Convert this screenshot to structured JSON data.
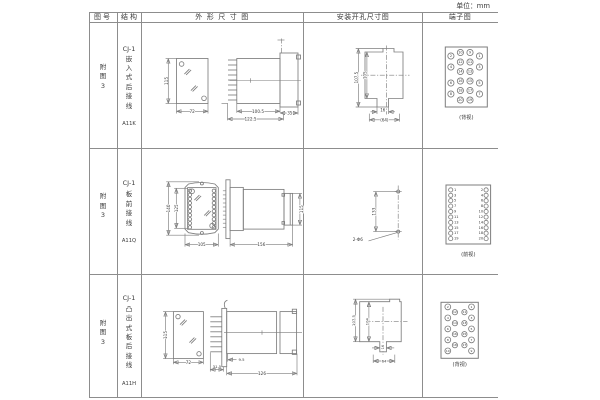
{
  "unit_label": "单位：mm",
  "header": {
    "figure_no": "图号",
    "structure": "结构",
    "outline": "外形尺寸图",
    "install": "安装开孔尺寸图",
    "terminal": "端子图"
  },
  "rows": [
    {
      "figure": "附\n图\n3",
      "model": "CJ-1",
      "mounting": "嵌\n入\n式\n后\n接\n线",
      "code": "A11K",
      "outline": {
        "labels": [
          [
            166.3,
            81,
            "115",
            4.2,
            -90
          ],
          [
            192.2,
            111.3,
            "72",
            4.2,
            0,
            "w"
          ],
          [
            258,
            111.3,
            "100.5",
            4.2,
            0,
            "w"
          ],
          [
            289.8,
            113,
            "35",
            4,
            0,
            "w"
          ],
          [
            250.5,
            119,
            "122.5",
            4.2,
            0,
            "w"
          ]
        ]
      },
      "install": {
        "labels": [
          [
            356.3,
            77.6,
            "107.5",
            4,
            -90,
            "w"
          ],
          [
            364.9,
            75.2,
            "105",
            4,
            -90,
            "w"
          ],
          [
            382.8,
            110,
            "16",
            4
          ],
          [
            384.4,
            119.8,
            "(64)",
            4,
            0,
            "w"
          ]
        ]
      },
      "terminal": {
        "view_label": "(背视)",
        "circles": [
          [
            450.9,
            56,
            3.1
          ],
          [
            450.9,
            67,
            3.1
          ],
          [
            450.9,
            83,
            3.1
          ],
          [
            450.9,
            94,
            3.1
          ],
          [
            460.4,
            52.5,
            3.1
          ],
          [
            460.4,
            62,
            3.1
          ],
          [
            460.4,
            71.5,
            3.1
          ],
          [
            460.4,
            81,
            3.1
          ],
          [
            460.4,
            90.5,
            3.1
          ],
          [
            460.4,
            100,
            3.1
          ],
          [
            470,
            52.5,
            3.1
          ],
          [
            470,
            62,
            3.1
          ],
          [
            470,
            71.5,
            3.1
          ],
          [
            470,
            81,
            3.1
          ],
          [
            470,
            90.5,
            3.1
          ],
          [
            470,
            100,
            3.1
          ],
          [
            479.5,
            56,
            3.1
          ],
          [
            479.5,
            67,
            3.1
          ],
          [
            479.5,
            83,
            3.1
          ],
          [
            479.5,
            94,
            3.1
          ]
        ],
        "labels": [
          [
            450.9,
            56,
            "2",
            3.4
          ],
          [
            450.9,
            67,
            "4",
            3.4
          ],
          [
            450.9,
            83,
            "6",
            3.4
          ],
          [
            450.9,
            94,
            "8",
            3.4
          ],
          [
            460.4,
            52.5,
            "10",
            3.4
          ],
          [
            460.4,
            62,
            "12",
            3.4
          ],
          [
            460.4,
            71.5,
            "14",
            3.4
          ],
          [
            460.4,
            81,
            "16",
            3.4
          ],
          [
            460.4,
            90.5,
            "18",
            3.4
          ],
          [
            460.4,
            100,
            "20",
            3.4
          ],
          [
            470,
            52.5,
            "9",
            3.4
          ],
          [
            470,
            62,
            "11",
            3.4
          ],
          [
            470,
            71.5,
            "13",
            3.4
          ],
          [
            470,
            81,
            "15",
            3.4
          ],
          [
            470,
            90.5,
            "17",
            3.4
          ],
          [
            470,
            100,
            "19",
            3.4
          ],
          [
            479.5,
            56,
            "1",
            3.4
          ],
          [
            479.5,
            67,
            "3",
            3.4
          ],
          [
            479.5,
            83,
            "5",
            3.4
          ],
          [
            479.5,
            94,
            "7",
            3.4
          ],
          [
            466.3,
            117.8,
            "(背视)",
            5.2
          ]
        ]
      }
    },
    {
      "figure": "附\n图\n3",
      "model": "CJ-1",
      "mounting": "板\n前\n接\n线",
      "code": "A11Q",
      "outline": {
        "labels": [
          [
            168.5,
            208.5,
            "140",
            4.2,
            -90,
            "w"
          ],
          [
            176.3,
            208.3,
            "125",
            4.2,
            -90,
            "w"
          ],
          [
            201.7,
            244.6,
            "105",
            4.2,
            0,
            "w"
          ],
          [
            261.4,
            244.6,
            "156",
            4.2,
            0,
            "w"
          ],
          [
            301.5,
            209.2,
            "115",
            4.2,
            -90,
            "w"
          ]
        ],
        "stud_circles": [
          [
            189.9,
            190.8,
            1.7
          ],
          [
            189.9,
            194.9,
            1.7
          ],
          [
            189.9,
            198.9,
            1.7
          ],
          [
            189.9,
            203,
            1.7
          ],
          [
            189.9,
            207,
            1.7
          ],
          [
            189.9,
            211.1,
            1.7
          ],
          [
            189.9,
            215.1,
            1.7
          ],
          [
            189.9,
            219.2,
            1.7
          ],
          [
            189.9,
            223.2,
            1.7
          ],
          [
            189.9,
            227.3,
            1.7
          ],
          [
            213.9,
            190.8,
            1.7
          ],
          [
            213.9,
            194.9,
            1.7
          ],
          [
            213.9,
            198.9,
            1.7
          ],
          [
            213.9,
            203,
            1.7
          ],
          [
            213.9,
            207,
            1.7
          ],
          [
            213.9,
            211.1,
            1.7
          ],
          [
            213.9,
            215.1,
            1.7
          ],
          [
            213.9,
            219.2,
            1.7
          ],
          [
            213.9,
            223.2,
            1.7
          ],
          [
            213.9,
            227.3,
            1.7
          ]
        ]
      },
      "install": {
        "labels": [
          [
            373.9,
            211.6,
            "133",
            4.2,
            -90,
            "w"
          ],
          [
            357.8,
            239.6,
            "2-Φ6",
            4.2
          ]
        ]
      },
      "terminal": {
        "view_label": "(前视)",
        "circles": [
          [
            450.7,
            189.9,
            2.1
          ],
          [
            450.7,
            195.3,
            2.1
          ],
          [
            450.7,
            200.7,
            2.1
          ],
          [
            450.7,
            206.1,
            2.1
          ],
          [
            450.7,
            211.5,
            2.1
          ],
          [
            450.7,
            217,
            2.1
          ],
          [
            450.7,
            222.4,
            2.1
          ],
          [
            450.7,
            227.8,
            2.1
          ],
          [
            450.7,
            233.2,
            2.1
          ],
          [
            450.7,
            238.6,
            2.1
          ],
          [
            486.1,
            189.9,
            2.1
          ],
          [
            486.1,
            195.3,
            2.1
          ],
          [
            486.1,
            200.7,
            2.1
          ],
          [
            486.1,
            206.1,
            2.1
          ],
          [
            486.1,
            211.5,
            2.1
          ],
          [
            486.1,
            217,
            2.1
          ],
          [
            486.1,
            222.4,
            2.1
          ],
          [
            486.1,
            227.8,
            2.1
          ],
          [
            486.1,
            233.2,
            2.1
          ],
          [
            486.1,
            238.6,
            2.1
          ]
        ],
        "labels": [
          [
            454,
            189.9,
            "1",
            3.6,
            0,
            "s"
          ],
          [
            454,
            195.3,
            "3",
            3.6,
            0,
            "s"
          ],
          [
            454,
            200.7,
            "5",
            3.6,
            0,
            "s"
          ],
          [
            454,
            206.1,
            "7",
            3.6,
            0,
            "s"
          ],
          [
            454,
            211.5,
            "9",
            3.6,
            0,
            "s"
          ],
          [
            454,
            217,
            "11",
            3.6,
            0,
            "s"
          ],
          [
            454,
            222.4,
            "13",
            3.6,
            0,
            "s"
          ],
          [
            454,
            227.8,
            "15",
            3.6,
            0,
            "s"
          ],
          [
            454,
            233.2,
            "17",
            3.6,
            0,
            "s"
          ],
          [
            454,
            238.6,
            "19",
            3.6,
            0,
            "s"
          ],
          [
            483.2,
            189.9,
            "2",
            3.6,
            0,
            "e"
          ],
          [
            483.2,
            195.3,
            "4",
            3.6,
            0,
            "e"
          ],
          [
            483.2,
            200.7,
            "6",
            3.6,
            0,
            "e"
          ],
          [
            483.2,
            206.1,
            "8",
            3.6,
            0,
            "e"
          ],
          [
            483.2,
            211.5,
            "10",
            3.6,
            0,
            "e"
          ],
          [
            483.2,
            217,
            "12",
            3.6,
            0,
            "e"
          ],
          [
            483.2,
            222.4,
            "14",
            3.6,
            0,
            "e"
          ],
          [
            483.2,
            227.8,
            "16",
            3.6,
            0,
            "e"
          ],
          [
            483.2,
            233.2,
            "18",
            3.6,
            0,
            "e"
          ],
          [
            483.2,
            238.6,
            "20",
            3.6,
            0,
            "e"
          ],
          [
            468.3,
            254.9,
            "(前视)",
            5.2
          ]
        ]
      }
    },
    {
      "figure": "附\n图\n3",
      "model": "CJ-1",
      "mounting": "凸\n出\n式\n板\n后\n接\n线",
      "code": "A11H",
      "outline": {
        "labels": [
          [
            165.5,
            335,
            "115",
            4.2,
            -90,
            "w"
          ],
          [
            188.4,
            362.3,
            "72",
            4.2,
            0,
            "w"
          ],
          [
            216.9,
            366.3,
            "31.5",
            3.8
          ],
          [
            241.5,
            359.5,
            "9.5",
            3.8
          ],
          [
            262,
            373.4,
            "126",
            4.2,
            0,
            "w"
          ]
        ]
      },
      "install": {
        "labels": [
          [
            353.5,
            320.5,
            "107.5",
            3.8,
            -90,
            "w"
          ],
          [
            366.9,
            321.7,
            "104",
            3.8,
            -90,
            "w"
          ],
          [
            383.1,
            347.1,
            "16",
            3.4,
            -90,
            "w"
          ],
          [
            384,
            361,
            "64",
            3.8,
            0,
            "w"
          ]
        ]
      },
      "terminal": {
        "view_label": "(背视)",
        "circles": [
          [
            447.8,
            306.9,
            2.9
          ],
          [
            447.8,
            317.9,
            2.9
          ],
          [
            447.8,
            328.9,
            2.9
          ],
          [
            447.8,
            339.9,
            2.9
          ],
          [
            447.8,
            350.9,
            2.9
          ],
          [
            454.9,
            312.2,
            2.6
          ],
          [
            454.9,
            323.2,
            2.6
          ],
          [
            454.9,
            334.2,
            2.6
          ],
          [
            454.9,
            345.2,
            2.6
          ],
          [
            464.4,
            312.2,
            2.6
          ],
          [
            464.4,
            323.2,
            2.6
          ],
          [
            464.4,
            334.2,
            2.6
          ],
          [
            464.4,
            345.2,
            2.6
          ],
          [
            471.5,
            306.9,
            2.9
          ],
          [
            471.5,
            317.9,
            2.9
          ],
          [
            471.5,
            328.9,
            2.9
          ],
          [
            471.5,
            339.9,
            2.9
          ],
          [
            471.5,
            350.9,
            2.9
          ]
        ],
        "labels": [
          [
            447.8,
            306.9,
            "2",
            3
          ],
          [
            447.8,
            317.9,
            "4",
            3
          ],
          [
            447.8,
            328.9,
            "6",
            3
          ],
          [
            447.8,
            339.9,
            "8",
            3
          ],
          [
            447.8,
            350.9,
            "10",
            3
          ],
          [
            454.9,
            312.2,
            "12",
            3
          ],
          [
            454.9,
            323.2,
            "14",
            3
          ],
          [
            454.9,
            334.2,
            "16",
            3
          ],
          [
            454.9,
            345.2,
            "18",
            3
          ],
          [
            464.4,
            312.2,
            "11",
            3
          ],
          [
            464.4,
            323.2,
            "13",
            3
          ],
          [
            464.4,
            334.2,
            "15",
            3
          ],
          [
            464.4,
            345.2,
            "17",
            3
          ],
          [
            471.5,
            306.9,
            "1",
            3
          ],
          [
            471.5,
            317.9,
            "3",
            3
          ],
          [
            471.5,
            328.9,
            "5",
            3
          ],
          [
            471.5,
            339.9,
            "7",
            3
          ],
          [
            471.5,
            350.9,
            "9",
            3
          ],
          [
            459.7,
            364.8,
            "(背视)",
            5.2
          ]
        ]
      }
    }
  ]
}
